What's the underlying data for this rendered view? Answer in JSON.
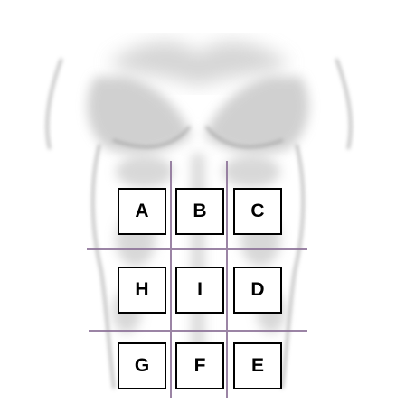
{
  "regions": {
    "A": "A",
    "B": "B",
    "C": "C",
    "H": "H",
    "I": "I",
    "D": "D",
    "G": "G",
    "F": "F",
    "E": "E"
  },
  "colors": {
    "grid_line": "#8a6f96",
    "box_border": "#000000",
    "box_fill": "#ffffff",
    "shading": "#b8b8b8"
  }
}
